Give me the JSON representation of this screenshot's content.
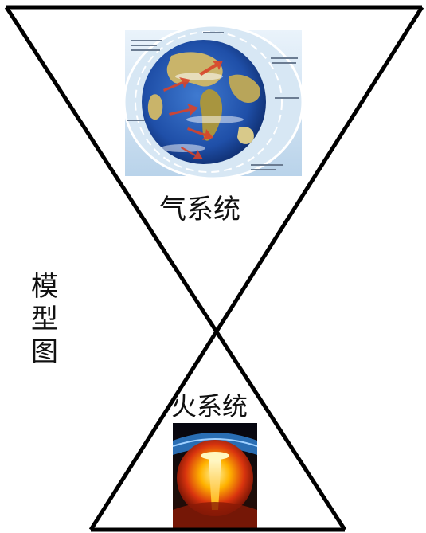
{
  "labels": {
    "upper_system": "气系统",
    "lower_system": "火系统",
    "side_title": "模型图"
  },
  "images": {
    "upper": "earth-globe-atmospheric-circulation",
    "lower": "earth-core-cross-section-fire"
  },
  "colors": {
    "outline": "#000000",
    "ocean": "#1f4fa8",
    "land": "#c9b46a",
    "arrow": "#d8432a",
    "magma": "#f5a400",
    "space": "#0a0b14"
  }
}
